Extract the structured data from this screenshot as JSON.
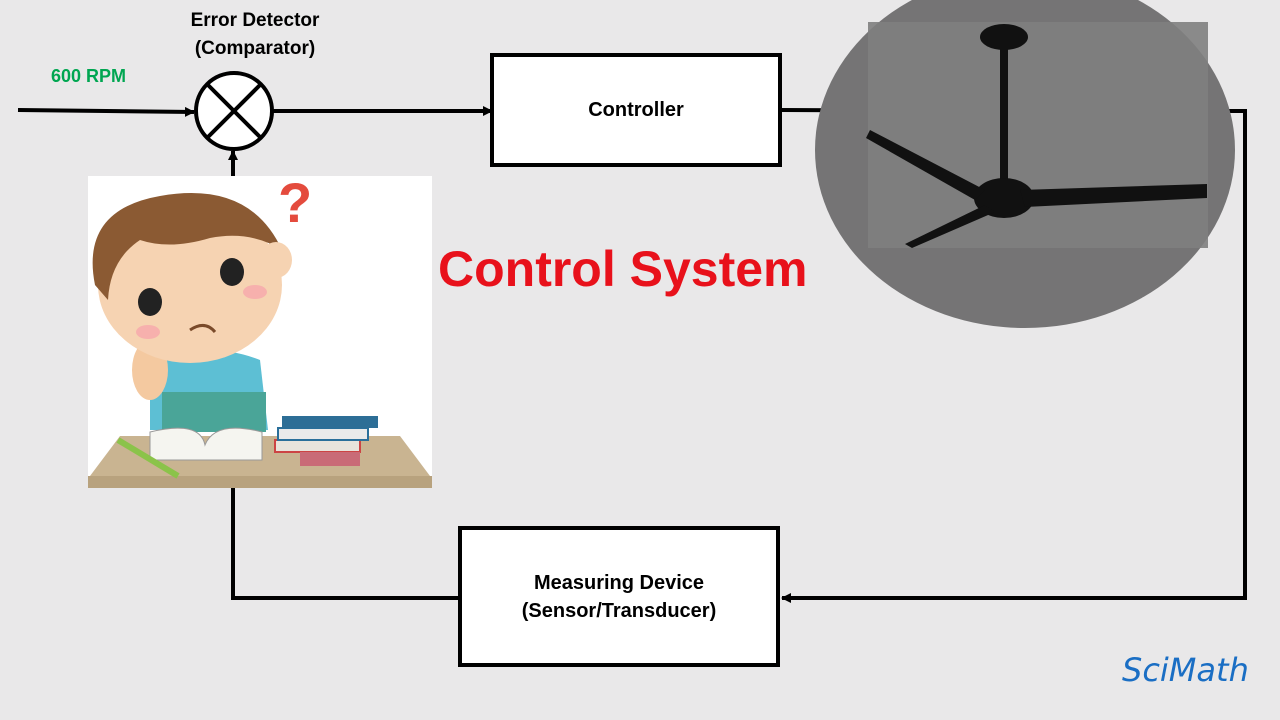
{
  "setpoint": {
    "label": "600 RPM",
    "color": "#00a651"
  },
  "error_detector": {
    "line1": "Error Detector",
    "line2": "(Comparator)"
  },
  "controller": {
    "label": "Controller"
  },
  "measuring_device": {
    "line1": "Measuring Device",
    "line2": "(Sensor/Transducer)"
  },
  "title": {
    "text": "Control System",
    "color": "#e8111b"
  },
  "logo": {
    "text": "SciMath",
    "color": "#1a6ec4"
  },
  "icons": {
    "human": "confused-student-icon",
    "plant": "ceiling-fan-icon"
  }
}
